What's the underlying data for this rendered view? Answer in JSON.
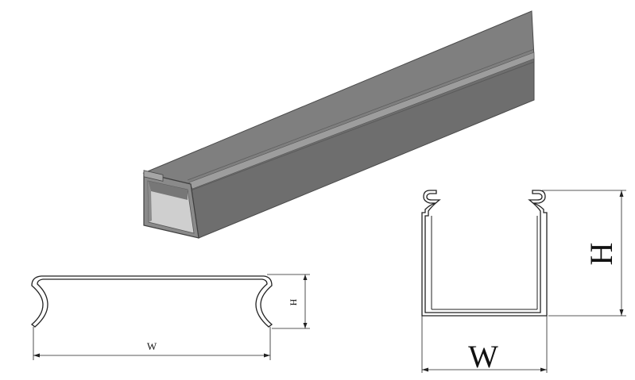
{
  "labels": {
    "cover_width": "W",
    "cover_height": "H",
    "base_width": "W",
    "base_height": "H"
  },
  "colors": {
    "trunking_dark": "#686868",
    "trunking_mid": "#7d7d7d",
    "trunking_light": "#9a9a9a",
    "outline": "#3a3a3a"
  }
}
